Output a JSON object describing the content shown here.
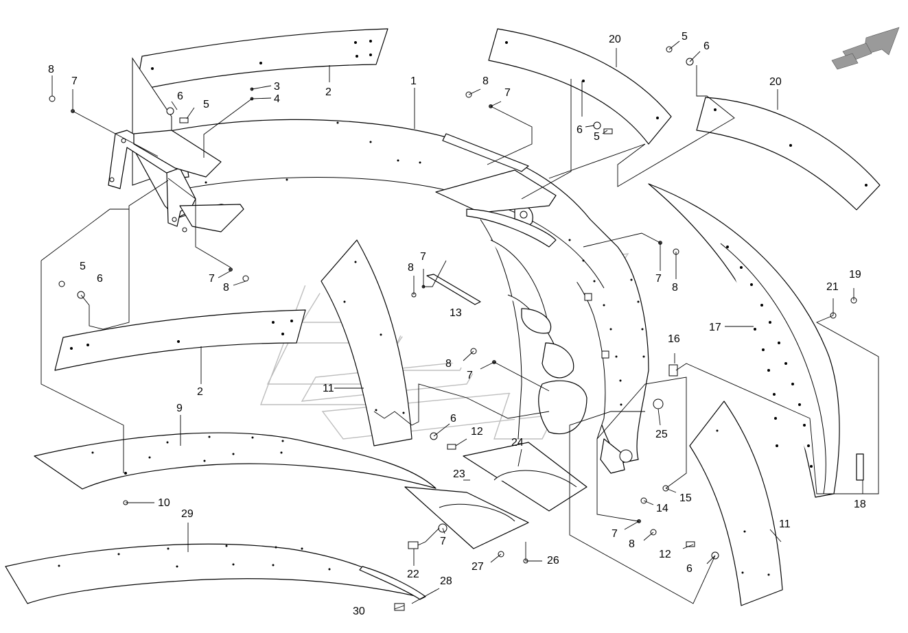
{
  "diagram": {
    "callouts": [
      {
        "id": "c1",
        "label": "1"
      },
      {
        "id": "c2a",
        "label": "2"
      },
      {
        "id": "c2b",
        "label": "2"
      },
      {
        "id": "c3",
        "label": "3"
      },
      {
        "id": "c4",
        "label": "4"
      },
      {
        "id": "c5a",
        "label": "5"
      },
      {
        "id": "c5b",
        "label": "5"
      },
      {
        "id": "c5c",
        "label": "5"
      },
      {
        "id": "c5d",
        "label": "5"
      },
      {
        "id": "c6a",
        "label": "6"
      },
      {
        "id": "c6b",
        "label": "6"
      },
      {
        "id": "c6c",
        "label": "6"
      },
      {
        "id": "c6d",
        "label": "6"
      },
      {
        "id": "c6e",
        "label": "6"
      },
      {
        "id": "c6f",
        "label": "6"
      },
      {
        "id": "c7a",
        "label": "7"
      },
      {
        "id": "c7b",
        "label": "7"
      },
      {
        "id": "c7c",
        "label": "7"
      },
      {
        "id": "c7d",
        "label": "7"
      },
      {
        "id": "c7e",
        "label": "7"
      },
      {
        "id": "c7f",
        "label": "7"
      },
      {
        "id": "c7g",
        "label": "7"
      },
      {
        "id": "c7h",
        "label": "7"
      },
      {
        "id": "c8a",
        "label": "8"
      },
      {
        "id": "c8b",
        "label": "8"
      },
      {
        "id": "c8c",
        "label": "8"
      },
      {
        "id": "c8d",
        "label": "8"
      },
      {
        "id": "c8e",
        "label": "8"
      },
      {
        "id": "c8f",
        "label": "8"
      },
      {
        "id": "c8g",
        "label": "8"
      },
      {
        "id": "c9",
        "label": "9"
      },
      {
        "id": "c10",
        "label": "10"
      },
      {
        "id": "c11a",
        "label": "11"
      },
      {
        "id": "c11b",
        "label": "11"
      },
      {
        "id": "c12a",
        "label": "12"
      },
      {
        "id": "c12b",
        "label": "12"
      },
      {
        "id": "c13",
        "label": "13"
      },
      {
        "id": "c14",
        "label": "14"
      },
      {
        "id": "c15",
        "label": "15"
      },
      {
        "id": "c16",
        "label": "16"
      },
      {
        "id": "c17",
        "label": "17"
      },
      {
        "id": "c18",
        "label": "18"
      },
      {
        "id": "c19",
        "label": "19"
      },
      {
        "id": "c20a",
        "label": "20"
      },
      {
        "id": "c20b",
        "label": "20"
      },
      {
        "id": "c21",
        "label": "21"
      },
      {
        "id": "c22",
        "label": "22"
      },
      {
        "id": "c23",
        "label": "23"
      },
      {
        "id": "c24",
        "label": "24"
      },
      {
        "id": "c25",
        "label": "25"
      },
      {
        "id": "c26",
        "label": "26"
      },
      {
        "id": "c27",
        "label": "27"
      },
      {
        "id": "c28",
        "label": "28"
      },
      {
        "id": "c29",
        "label": "29"
      },
      {
        "id": "c30",
        "label": "30"
      }
    ],
    "direction_arrow_icon": "travel-direction-arrow-icon",
    "watermark_icon": "brand-watermark-logo"
  }
}
